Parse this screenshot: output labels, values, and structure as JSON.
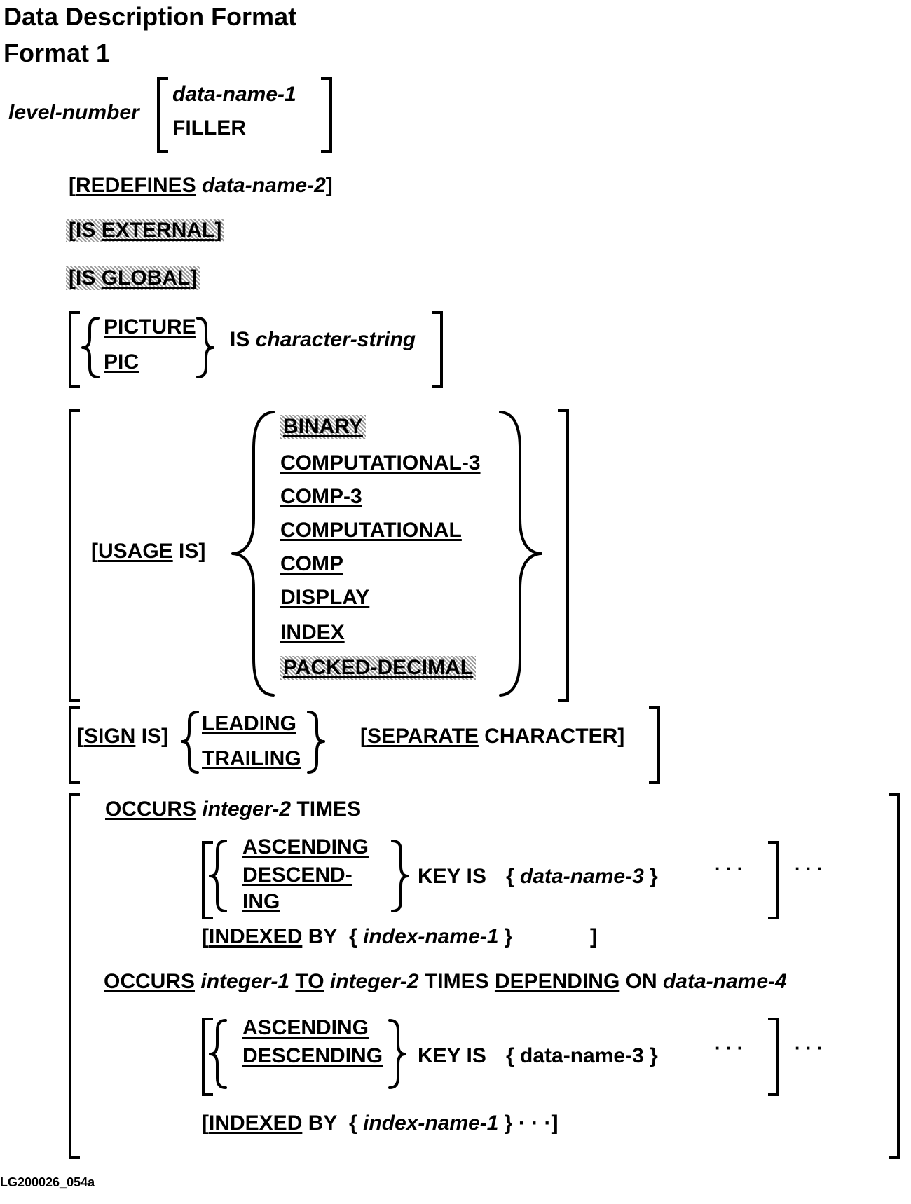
{
  "title": "Data Description Format",
  "subtitle": "Format 1",
  "level": {
    "level_number": "level-number",
    "data_name_1": "data-name-1",
    "filler": "FILLER"
  },
  "redefines": {
    "open": "[",
    "keyword": "REDEFINES",
    "operand": "data-name-2",
    "close": "]"
  },
  "external": {
    "open": "[",
    "is": "IS",
    "keyword": "EXTERNAL",
    "close": "]"
  },
  "global": {
    "open": "[",
    "is": "IS",
    "keyword": "GLOBAL",
    "close": "]"
  },
  "picture": {
    "picture": "PICTURE",
    "pic": "PIC",
    "is": "IS",
    "operand": "character-string"
  },
  "usage": {
    "open": "[",
    "keyword": "USAGE",
    "is": "IS",
    "close": "]",
    "options": [
      "BINARY",
      "COMPUTATIONAL-3",
      "COMP-3",
      "COMPUTATIONAL",
      "COMP",
      "DISPLAY",
      "INDEX",
      "PACKED-DECIMAL"
    ]
  },
  "sign": {
    "open": "[",
    "keyword": "SIGN",
    "is": "IS",
    "close": "]",
    "leading": "LEADING",
    "trailing": "TRAILING",
    "sep_open": "[",
    "separate": "SEPARATE",
    "character": "CHARACTER",
    "sep_close": "]"
  },
  "occurs1": {
    "keyword": "OCCURS",
    "integer_2": "integer-2",
    "times": "TIMES",
    "ascending": "ASCENDING",
    "descend_1": "DESCEND-",
    "descend_2": "ING",
    "key_is": "KEY IS",
    "lbrace": "{",
    "data_name_3": "data-name-3",
    "rbrace": "}",
    "ellipsis": "· · ·",
    "ellipsis_out": "· · ·",
    "idx_open": "[",
    "indexed": "INDEXED",
    "by": "BY",
    "index_name_1": "index-name-1",
    "idx_close": "]"
  },
  "occurs2": {
    "keyword": "OCCURS",
    "integer_1": "integer-1",
    "to": "TO",
    "integer_2": "integer-2",
    "times": "TIMES",
    "depending": "DEPENDING",
    "on": "ON",
    "data_name_4": "data-name-4",
    "ascending": "ASCENDING",
    "descending": "DESCENDING",
    "key_is": "KEY IS",
    "lbrace": "{",
    "data_name_3": "data-name-3",
    "rbrace": "}",
    "ellipsis": "· · ·",
    "ellipsis_out": "· · ·",
    "idx_open": "[",
    "indexed": "INDEXED",
    "by": "BY",
    "index_name_1": "index-name-1",
    "idx_ellipsis": "· · ·",
    "idx_close": "]"
  },
  "figure_id": "LG200026_054a"
}
